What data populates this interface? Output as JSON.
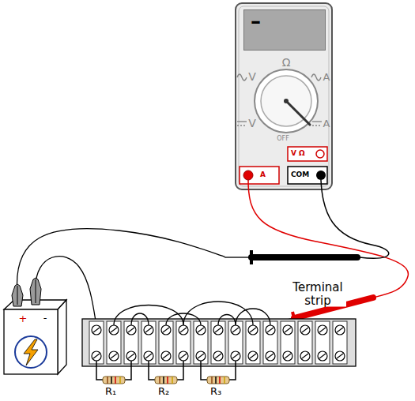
{
  "diagram": {
    "nodes": [
      {
        "text": [
          "–"
        ]
      },
      {
        "text": [
          "V Ω"
        ]
      },
      {
        "text": [
          "A"
        ]
      },
      {
        "text": [
          "COM"
        ]
      }
    ],
    "labels": [
      "Ω",
      "V",
      "A",
      "V",
      "A",
      "OFF",
      "+",
      "-",
      "Terminal strip",
      "R₁",
      "R₂",
      "R₃"
    ]
  }
}
